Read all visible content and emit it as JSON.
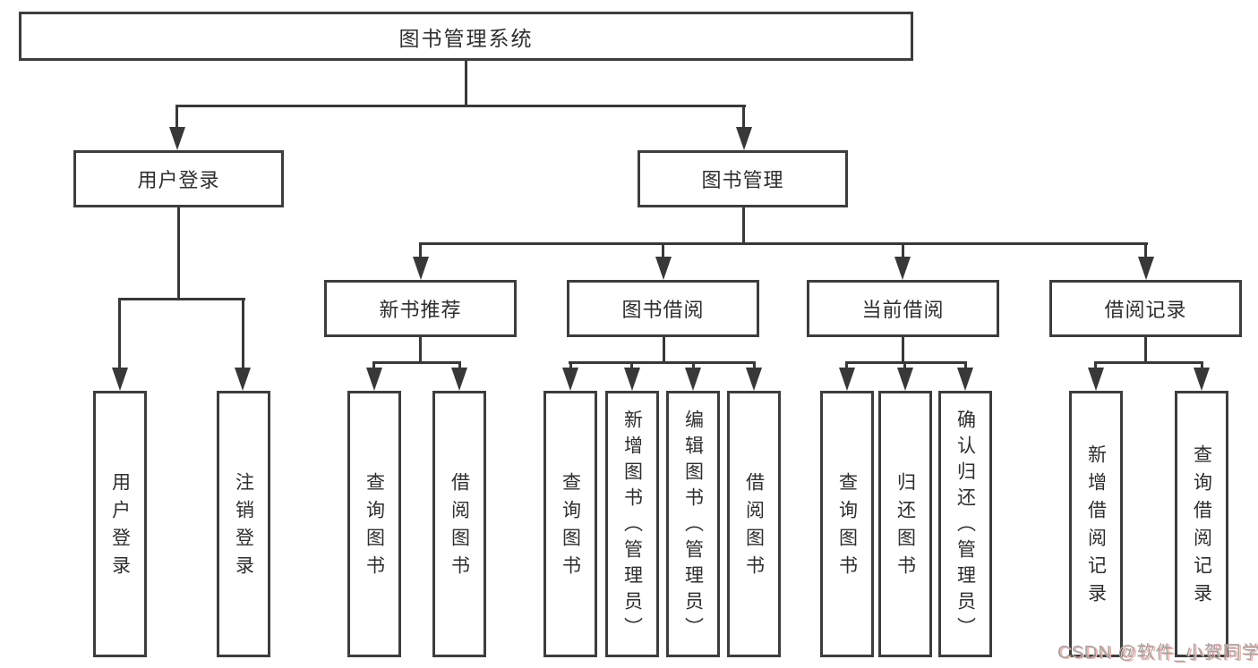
{
  "diagram": {
    "root": {
      "label": "图书管理系统"
    },
    "branches": [
      {
        "label": "用户登录",
        "children": [
          {
            "label": "用户登录"
          },
          {
            "label": "注销登录"
          }
        ]
      },
      {
        "label": "图书管理",
        "children": [
          {
            "label": "新书推荐",
            "children": [
              {
                "label": "查询图书"
              },
              {
                "label": "借阅图书"
              }
            ]
          },
          {
            "label": "图书借阅",
            "children": [
              {
                "label": "查询图书"
              },
              {
                "label": "新增图书（管理员）"
              },
              {
                "label": "编辑图书（管理员）"
              },
              {
                "label": "借阅图书"
              }
            ]
          },
          {
            "label": "当前借阅",
            "children": [
              {
                "label": "查询图书"
              },
              {
                "label": "归还图书"
              },
              {
                "label": "确认归还（管理员）"
              }
            ]
          },
          {
            "label": "借阅记录",
            "children": [
              {
                "label": "新增借阅记录"
              },
              {
                "label": "查询借阅记录"
              }
            ]
          }
        ]
      }
    ],
    "colors": {
      "box_border": "#3d3d3d",
      "connector_line": "#383838",
      "text": "#2e2e2e",
      "background": "#ffffff",
      "watermark_gray": "#a3a3a3",
      "watermark_pink": "#efb3ab"
    }
  },
  "watermark": {
    "text": "CSDN @软件_小贺同学"
  }
}
